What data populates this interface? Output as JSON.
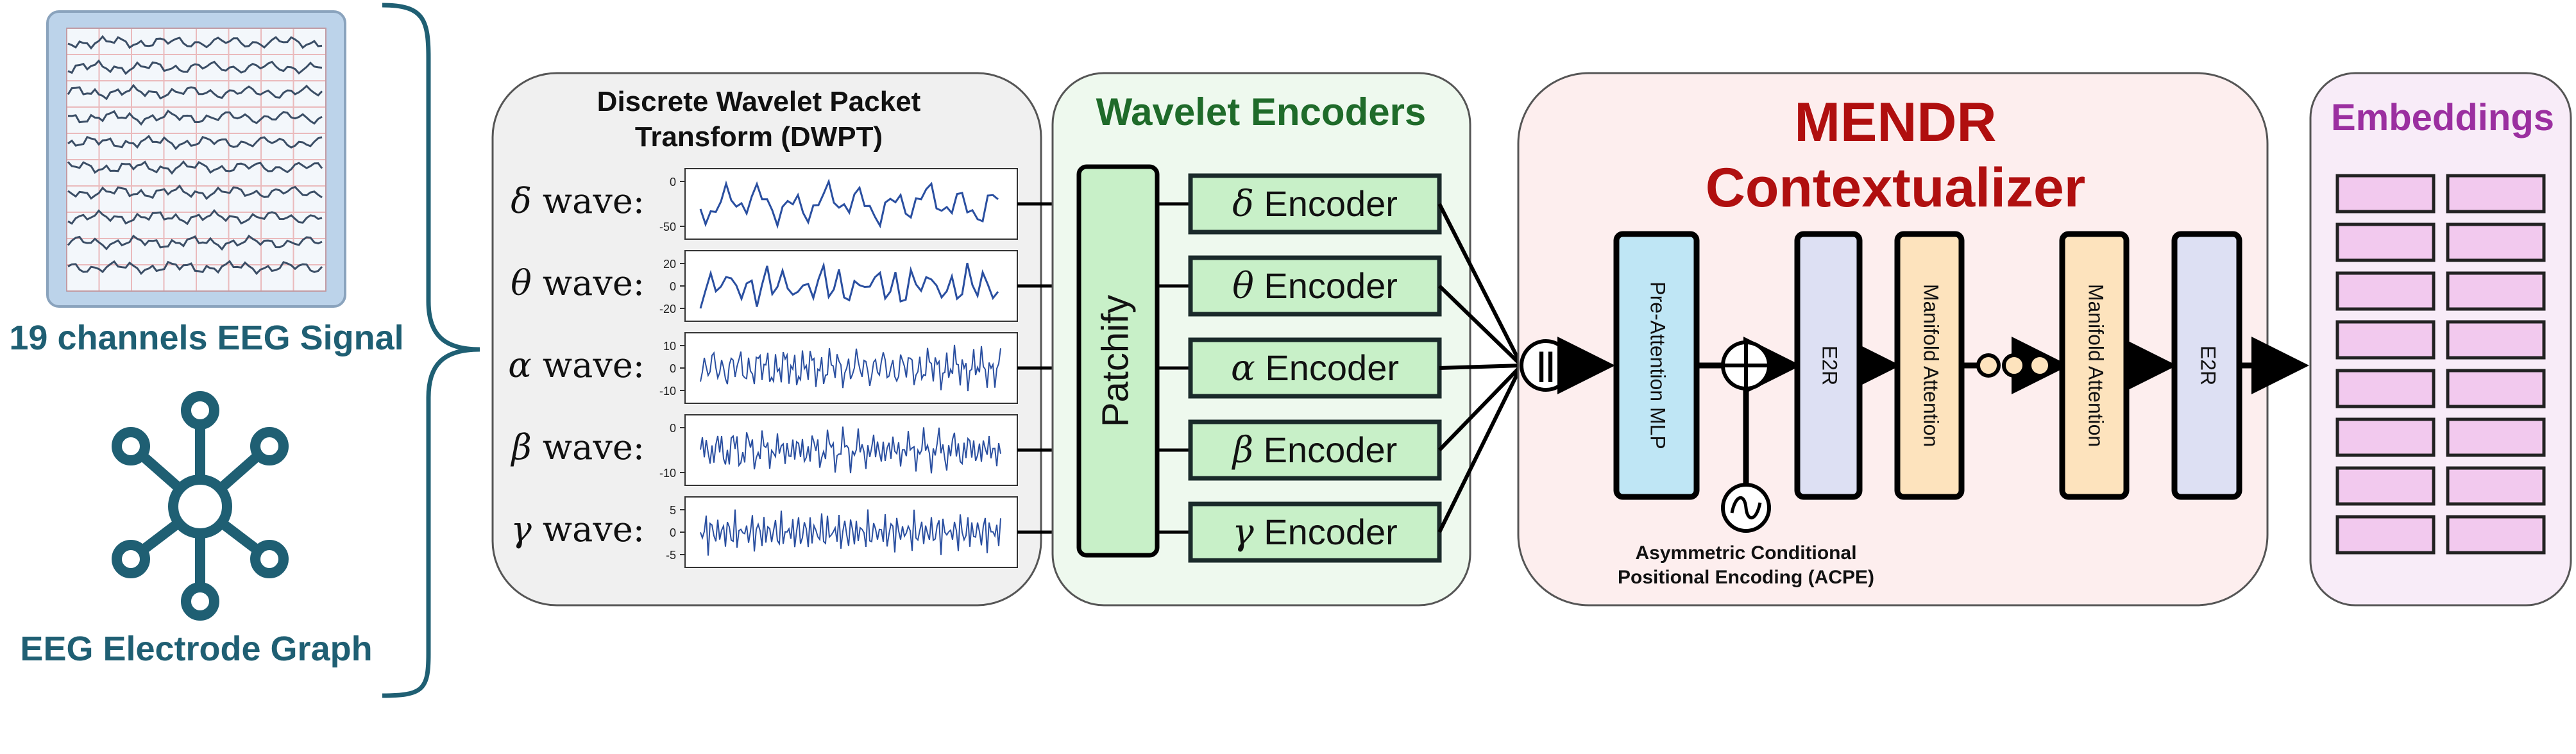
{
  "inputs": {
    "eeg_signal_label": "19 channels EEG Signal",
    "electrode_graph_label": "EEG Electrode Graph"
  },
  "dwpt": {
    "title_line1": "Discrete Wavelet Packet",
    "title_line2": "Transform (DWPT)",
    "bands": [
      {
        "symbol": "δ",
        "suffix": " wave:",
        "ticks": [
          "0",
          "-50"
        ]
      },
      {
        "symbol": "θ",
        "suffix": " wave:",
        "ticks": [
          "20",
          "0",
          "-20"
        ]
      },
      {
        "symbol": "α",
        "suffix": " wave:",
        "ticks": [
          "10",
          "0",
          "-10"
        ]
      },
      {
        "symbol": "β",
        "suffix": " wave:",
        "ticks": [
          "0",
          "-10"
        ]
      },
      {
        "symbol": "γ",
        "suffix": " wave:",
        "ticks": [
          "5",
          "0",
          "-5"
        ]
      }
    ]
  },
  "encoders": {
    "title": "Wavelet Encoders",
    "patchify_label": "Patchify",
    "items": [
      {
        "symbol": "δ",
        "label": " Encoder"
      },
      {
        "symbol": "θ",
        "label": " Encoder"
      },
      {
        "symbol": "α",
        "label": " Encoder"
      },
      {
        "symbol": "β",
        "label": " Encoder"
      },
      {
        "symbol": "γ",
        "label": " Encoder"
      }
    ]
  },
  "concat_symbol": "||",
  "contextualizer": {
    "title_line1": "MENDR",
    "title_line2": "Contextualizer",
    "blocks": {
      "mlp": "Pre-Attention MLP",
      "e2r_1": "E2R",
      "attn_1": "Manifold Attention",
      "attn_2": "Manifold Attention",
      "e2r_2": "E2R"
    },
    "acpe_line1": "Asymmetric Conditional",
    "acpe_line2": "Positional Encoding (ACPE)"
  },
  "embeddings": {
    "title": "Embeddings",
    "rows": 8,
    "cols": 2
  },
  "colors": {
    "teal": "#1f5f73",
    "green_title": "#1f6b2a",
    "red_title": "#b00f0f",
    "purple_title": "#9b2fa0",
    "encoder_fill": "#c8f0c8",
    "mlp_fill": "#bfe6f5",
    "e2r_fill": "#dde0f3",
    "attn_fill": "#fde3bd",
    "embed_fill": "#f2c9ee"
  }
}
